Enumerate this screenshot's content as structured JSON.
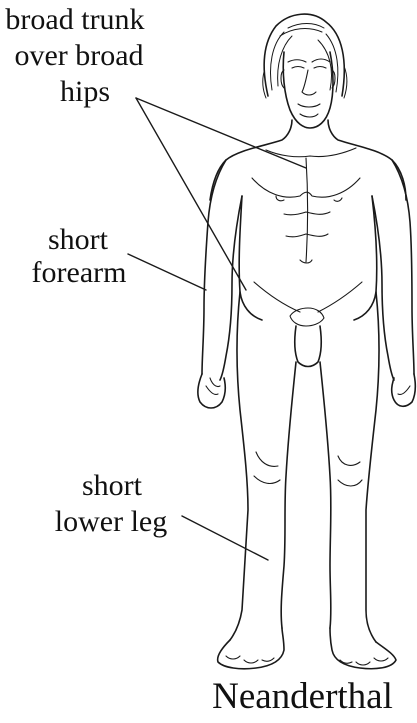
{
  "labels": {
    "trunk": [
      "broad trunk",
      "over broad",
      "hips"
    ],
    "forearm": [
      "short",
      "forearm"
    ],
    "lower_leg": [
      "short",
      "lower leg"
    ]
  },
  "title": "Neanderthal"
}
